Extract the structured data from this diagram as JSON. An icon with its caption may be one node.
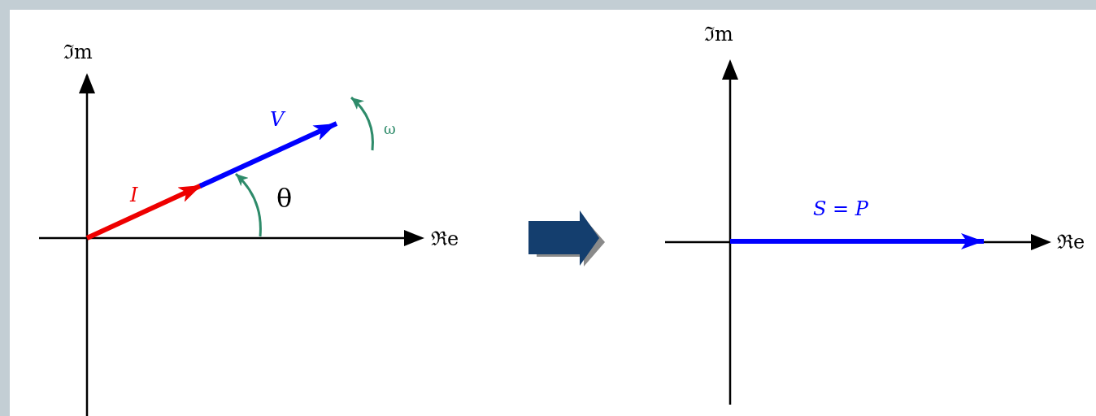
{
  "diagram": {
    "labels": [
      "ℑm",
      "*V*",
      "ω",
      "*I*",
      "θ",
      "ℜe",
      "ℑm",
      "*S* = *P*",
      "ℜe"
    ]
  }
}
